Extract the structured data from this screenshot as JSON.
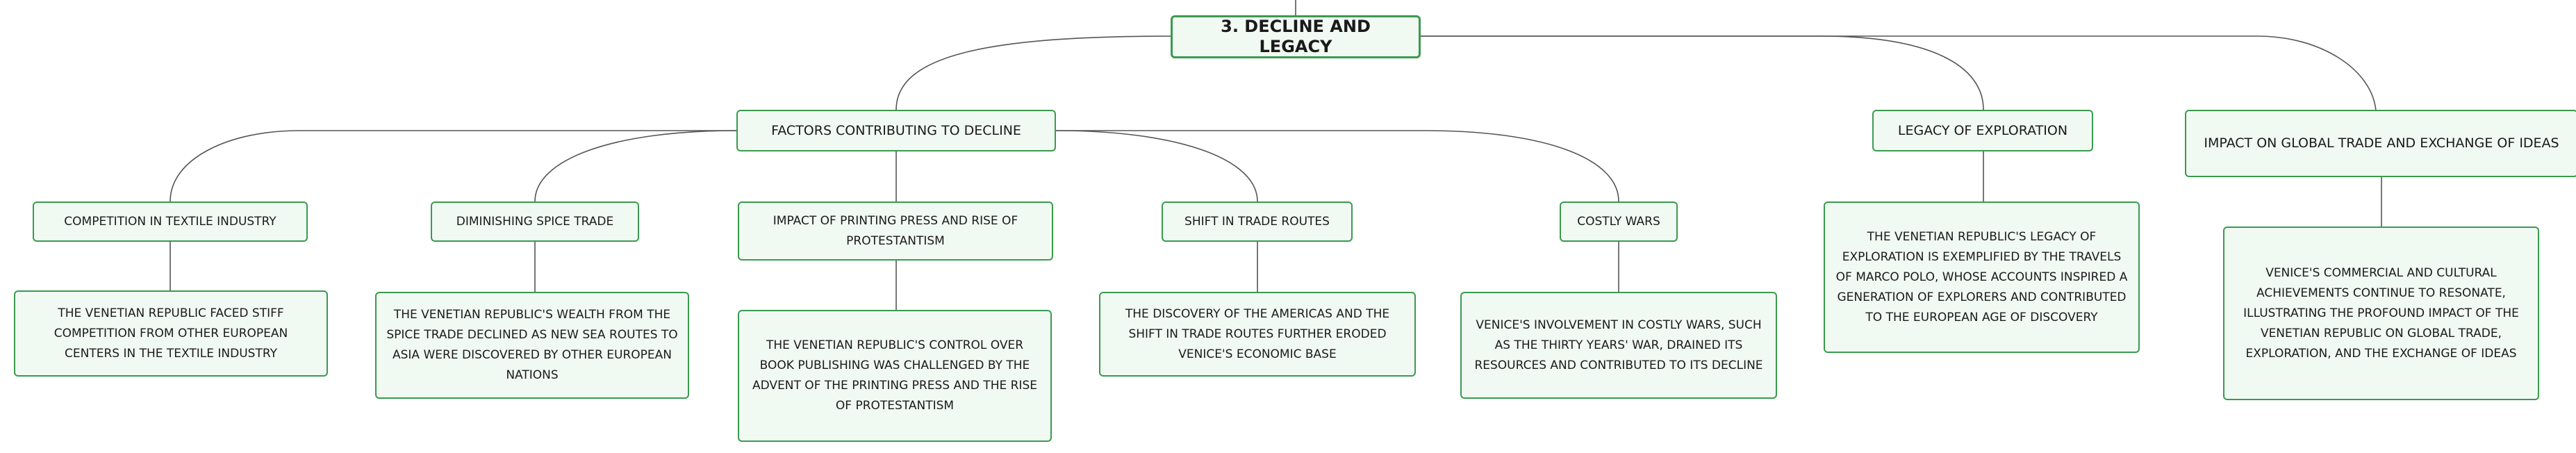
{
  "root": {
    "label": "3. DECLINE AND LEGACY"
  },
  "factors": {
    "label": "FACTORS CONTRIBUTING TO DECLINE",
    "children": [
      {
        "label": "COMPETITION IN TEXTILE INDUSTRY",
        "detail": "THE VENETIAN REPUBLIC FACED STIFF COMPETITION FROM OTHER EUROPEAN CENTERS IN THE TEXTILE INDUSTRY"
      },
      {
        "label": "DIMINISHING SPICE TRADE",
        "detail": "THE VENETIAN REPUBLIC'S WEALTH FROM THE SPICE TRADE DECLINED AS NEW SEA ROUTES TO ASIA WERE DISCOVERED BY OTHER EUROPEAN NATIONS"
      },
      {
        "label": "IMPACT OF PRINTING PRESS AND RISE OF PROTESTANTISM",
        "detail": "THE VENETIAN REPUBLIC'S CONTROL OVER BOOK PUBLISHING WAS CHALLENGED BY THE ADVENT OF THE PRINTING PRESS AND THE RISE OF PROTESTANTISM"
      },
      {
        "label": "SHIFT IN TRADE ROUTES",
        "detail": "THE DISCOVERY OF THE AMERICAS AND THE SHIFT IN TRADE ROUTES FURTHER ERODED VENICE'S ECONOMIC BASE"
      },
      {
        "label": "COSTLY WARS",
        "detail": "VENICE'S INVOLVEMENT IN COSTLY WARS, SUCH AS THE THIRTY YEARS' WAR, DRAINED ITS RESOURCES AND CONTRIBUTED TO ITS DECLINE"
      }
    ]
  },
  "legacy": {
    "label": "LEGACY OF EXPLORATION",
    "detail": "THE VENETIAN REPUBLIC'S LEGACY OF EXPLORATION IS EXEMPLIFIED BY THE TRAVELS OF MARCO POLO, WHOSE ACCOUNTS INSPIRED A GENERATION OF EXPLORERS AND CONTRIBUTED TO THE EUROPEAN AGE OF DISCOVERY"
  },
  "impact": {
    "label": "IMPACT ON GLOBAL TRADE AND EXCHANGE OF IDEAS",
    "detail": "VENICE'S COMMERCIAL AND CULTURAL ACHIEVEMENTS CONTINUE TO RESONATE, ILLUSTRATING THE PROFOUND IMPACT OF THE VENETIAN REPUBLIC ON GLOBAL TRADE, EXPLORATION, AND THE EXCHANGE OF IDEAS"
  }
}
